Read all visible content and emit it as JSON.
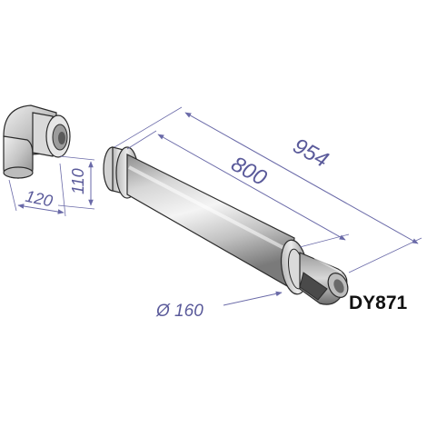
{
  "dimensions": {
    "elbow_height": "110",
    "elbow_depth": "120",
    "total_length": "954",
    "pipe_length": "800",
    "diameter": "Ø 160"
  },
  "product_code": "DY871",
  "colors": {
    "dimension_line": "#6a6aa8",
    "dimension_text": "#5a5a9a",
    "outline": "#2a2a2a",
    "pipe_light": "#f2f2f2",
    "pipe_mid": "#c8c8c8",
    "pipe_dark": "#8c8c8c",
    "terminal_dark": "#4a4a4a"
  }
}
